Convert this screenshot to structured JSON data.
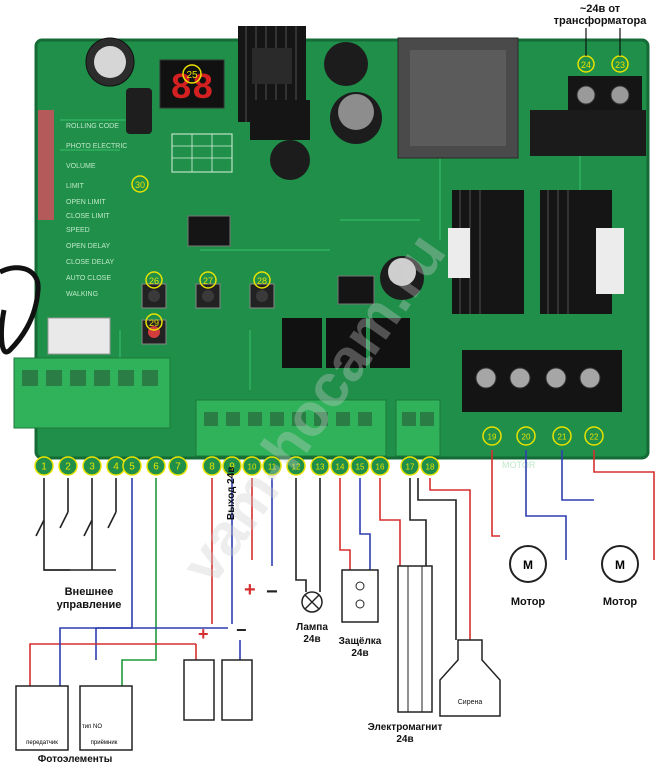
{
  "top_note": {
    "line1": "~24в от",
    "line2": "трансформатора"
  },
  "digit_display": "88",
  "pcb_numbers": [
    "25",
    "30",
    "26",
    "27",
    "28",
    "29",
    "24",
    "23"
  ],
  "pcb_board_labels": [
    "ROLLING CODE",
    "PHOTO ELECTRIC",
    "VOLUME",
    "LIMIT",
    "OPEN LIMIT",
    "CLOSE LIMIT",
    "SPEED",
    "OPEN DELAY",
    "CLOSE DELAY",
    "AUTO CLOSE",
    "WALKING"
  ],
  "terminal_numbers": [
    "1",
    "2",
    "3",
    "4",
    "5",
    "6",
    "7",
    "8",
    "9",
    "10",
    "11",
    "12",
    "13",
    "14",
    "15",
    "16",
    "17",
    "18",
    "19",
    "20",
    "21",
    "22"
  ],
  "motor_board_label": "MOTOR",
  "labels": {
    "external_control": "Внешнее\nуправление",
    "output_24v": "Выход 24в",
    "lamp": "Лампа\n24в",
    "latch": "Защёлка\n24в",
    "electromagnet": "Электромагнит\n24в",
    "siren": "Сирена",
    "motor_left": "Мотор",
    "motor_right": "Мотор",
    "motor_symbol": "M",
    "photo_elements": "Фотоэлементы",
    "transmitter": "передатчик",
    "receiver": "приёмник",
    "no_contact": "тип NO"
  },
  "watermark": "vam-hocam.ru",
  "colors": {
    "pcb_green": "#1f8f4a",
    "terminal_green": "#2fb25a",
    "wire_red": "#d62f2f",
    "wire_blue": "#2f3fb0",
    "wire_green": "#1f9a3c",
    "wire_black": "#222222",
    "number_yellow": "#e8e200"
  }
}
